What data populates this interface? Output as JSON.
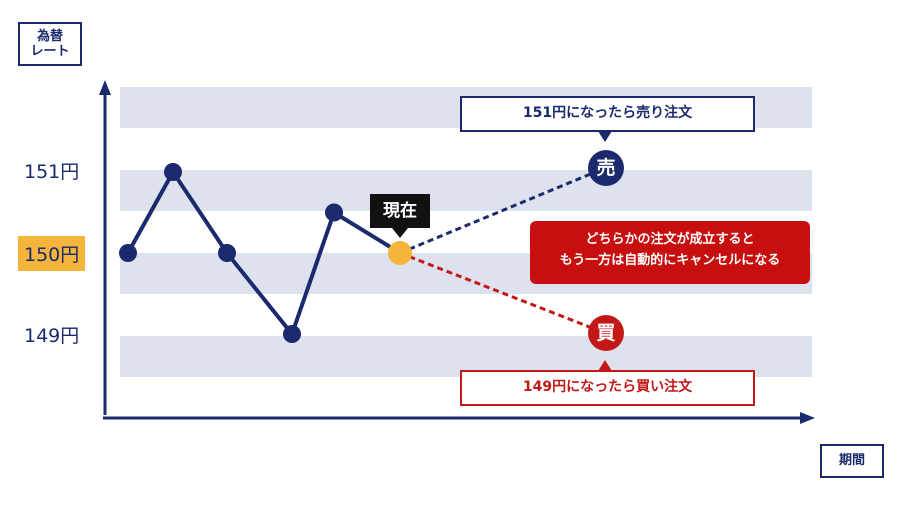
{
  "axis": {
    "y_title_line1": "為替",
    "y_title_line2": "レート",
    "x_title": "期間",
    "y_ticks": [
      "151円",
      "150円",
      "149円"
    ],
    "current_level": "150円"
  },
  "labels": {
    "current": "現在",
    "sell_circle": "売",
    "buy_circle": "買",
    "sell_order": "151円になったら売り注文",
    "buy_order": "149円になったら買い注文",
    "note_line1": "どちらかの注文が成立すると",
    "note_line2": "もう一方は自動的にキャンセルになる"
  },
  "colors": {
    "navy": "#1a2a6c",
    "red": "#c41818",
    "orange": "#f5b43b",
    "band": "#dde2ee"
  },
  "chart_data": {
    "type": "line",
    "x": [
      1,
      2,
      3,
      4,
      5,
      6
    ],
    "y": [
      150,
      151,
      150,
      149,
      150.5,
      150
    ],
    "current_value": 150,
    "sell_target": 151,
    "buy_target": 149
  }
}
